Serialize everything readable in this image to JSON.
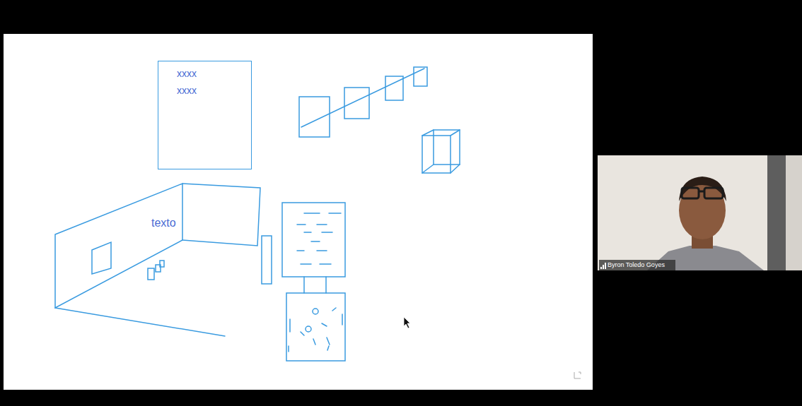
{
  "diagram": {
    "nodes": [
      {
        "text": [
          "xxxx xxxx"
        ]
      }
    ],
    "labels": [
      "texto",
      "Byron Toledo Goyes"
    ]
  }
}
